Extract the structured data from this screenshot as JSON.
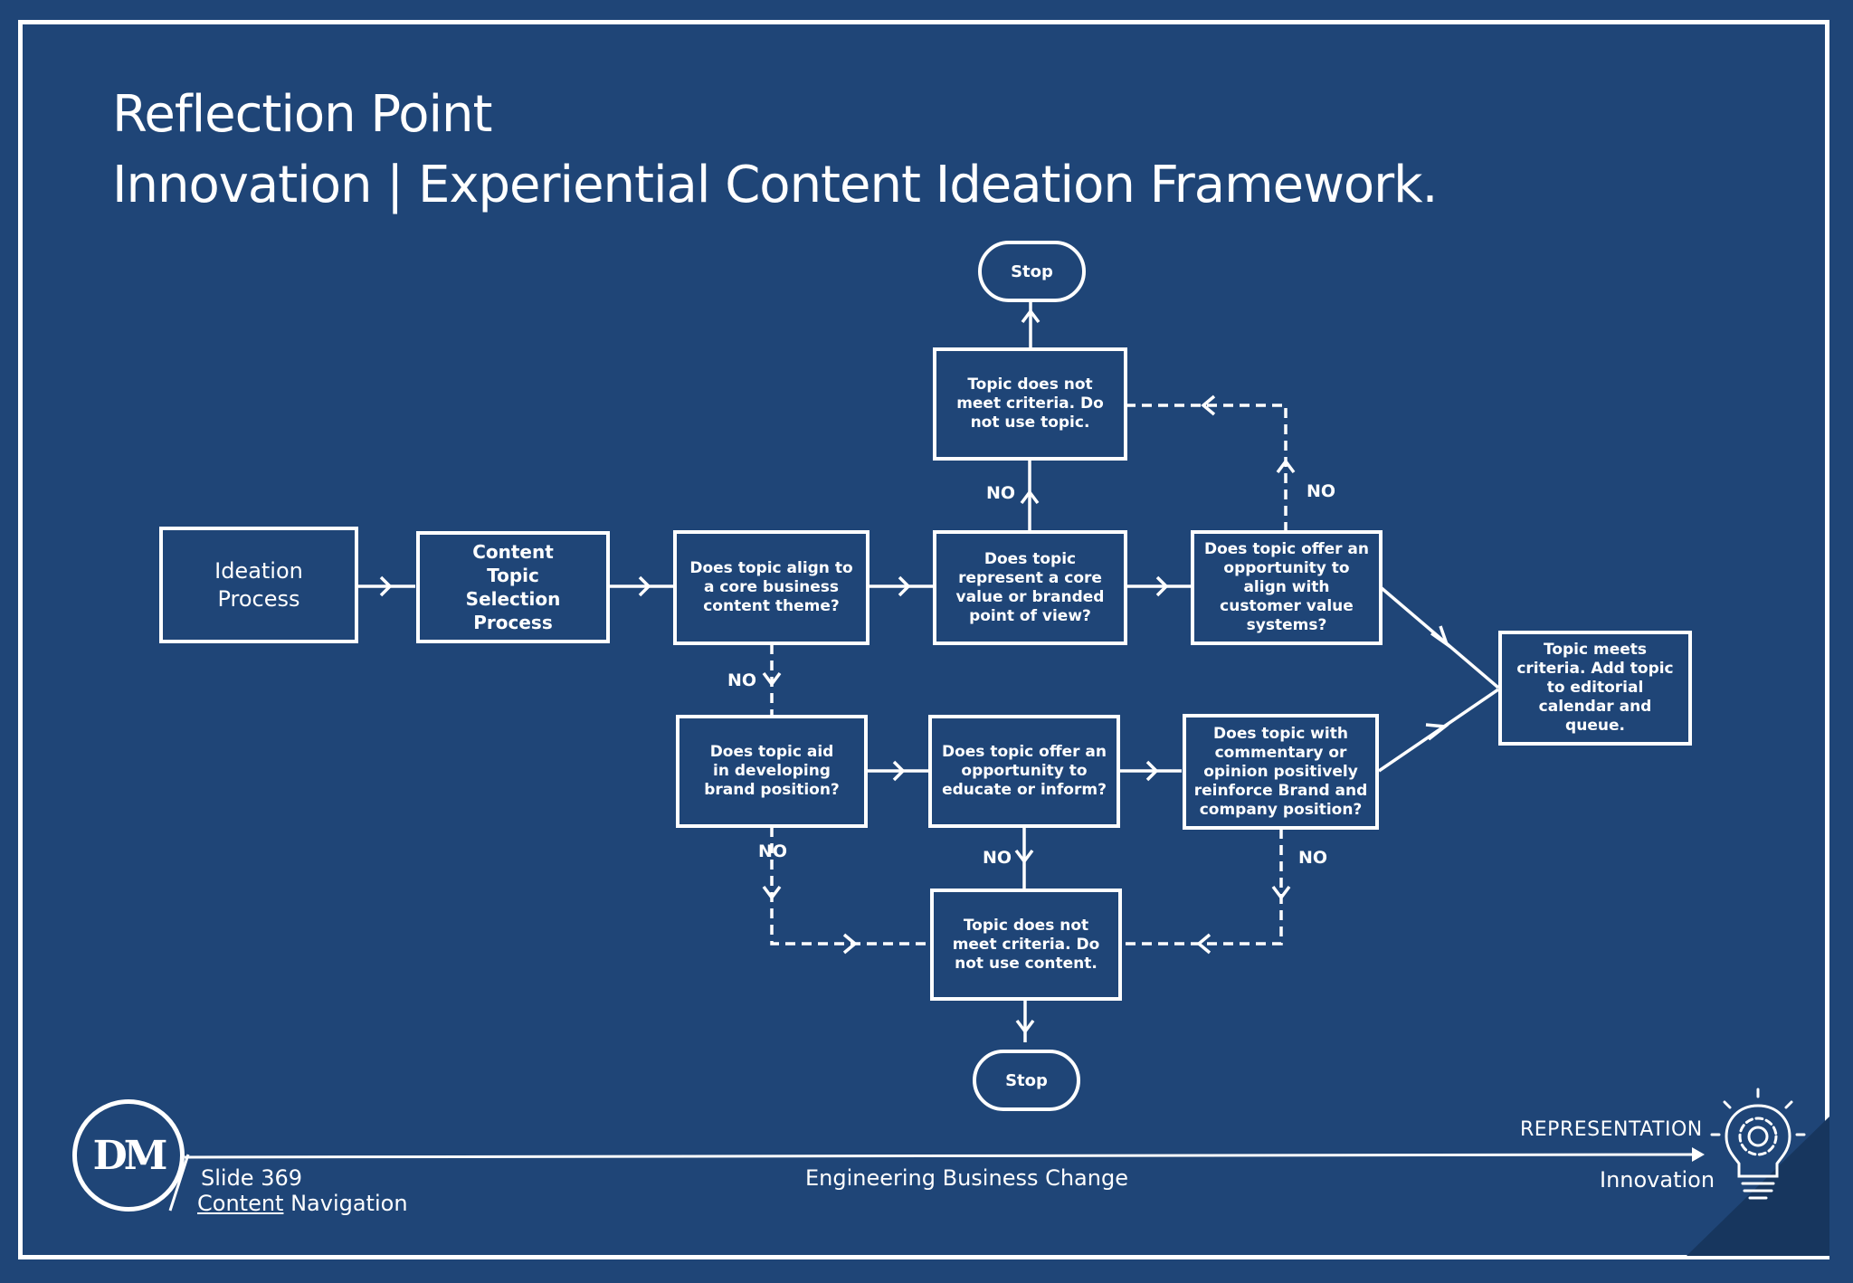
{
  "slide": {
    "title_line1": "Reflection Point",
    "title_line2": "Innovation | Experiential Content Ideation Framework."
  },
  "flowchart": {
    "nodes": {
      "ideation": "Ideation Process",
      "selection": "Content Topic Selection Process",
      "align_theme": "Does topic align to a core business content theme?",
      "core_value": "Does topic represent a core value or branded point of view?",
      "customer_value": "Does topic offer an opportunity to align with customer value systems?",
      "not_topic": "Topic does not meet criteria. Do not use topic.",
      "stop_top": "Stop",
      "meets": "Topic meets criteria. Add topic to editorial calendar and queue.",
      "brand_position": "Does topic aid in developing brand position?",
      "educate": "Does topic offer an opportunity to educate or inform?",
      "commentary": "Does topic with commentary or opinion positively reinforce Brand and company position?",
      "not_content": "Topic does not meet criteria. Do not use content.",
      "stop_bottom": "Stop"
    },
    "edge_labels": {
      "no_core": "NO",
      "no_customer": "NO",
      "no_align": "NO",
      "no_brand": "NO",
      "no_educate": "NO",
      "no_commentary": "NO"
    }
  },
  "footer": {
    "logo": "DM",
    "slide_number": "Slide 369",
    "nav_link": "Content",
    "nav_rest": " Navigation",
    "center": "Engineering Business Change",
    "representation": "REPRESENTATION",
    "category": "Innovation",
    "icon": "lightbulb-gear-icon"
  },
  "colors": {
    "background": "#1f4577",
    "foreground": "#ffffff",
    "corner": "#17365e"
  }
}
